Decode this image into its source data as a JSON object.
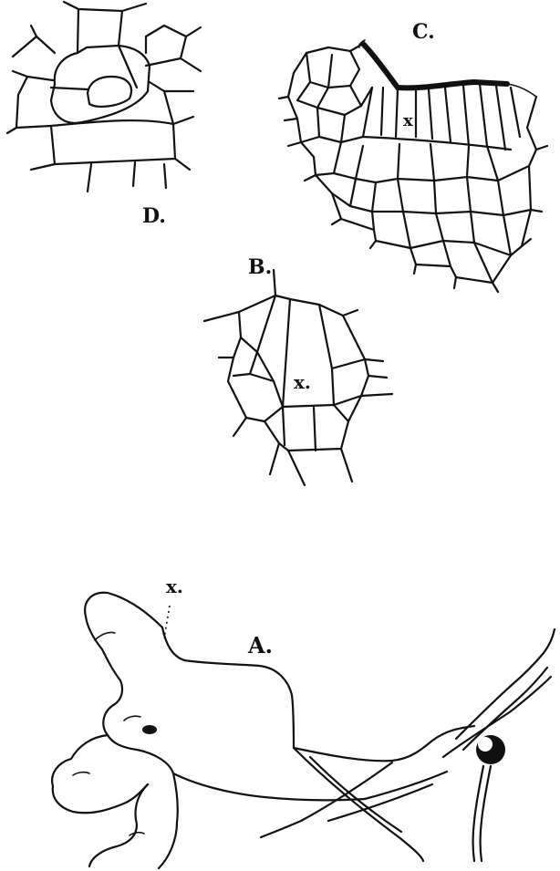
{
  "figure": {
    "panels": [
      {
        "id": "D",
        "label": "D."
      },
      {
        "id": "C",
        "label": "C.",
        "marker": "x"
      },
      {
        "id": "B",
        "label": "B.",
        "marker": "x."
      },
      {
        "id": "A",
        "label": "A.",
        "marker": "x."
      }
    ]
  }
}
